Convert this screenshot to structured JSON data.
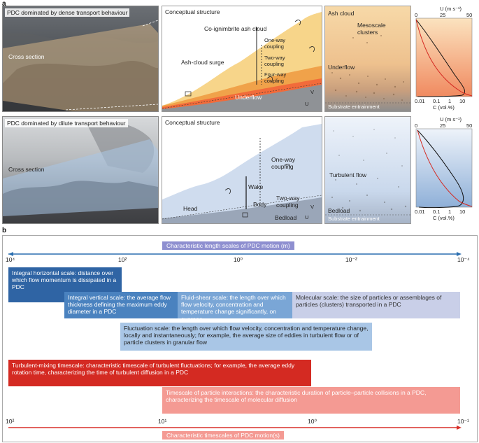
{
  "panel_a": {
    "letter": "a",
    "row1": {
      "photo_title": "PDC dominated by dense transport behaviour",
      "cross_section": "Cross section",
      "concept_title": "Conceptual structure",
      "labels": {
        "coignimbrite": "Co-ignimbrite ash cloud",
        "one_way_1": "One-way",
        "one_way_2": "coupling",
        "two_way_1": "Two-way",
        "two_way_2": "coupling",
        "four_way_1": "Four-way",
        "four_way_2": "coupling",
        "ash_surge": "Ash-cloud surge",
        "underflow": "Underflow",
        "v": "V",
        "u": "U"
      },
      "zoom": {
        "ash_cloud": "Ash cloud",
        "mesoscale_1": "Mesoscale",
        "mesoscale_2": "clusters",
        "underflow": "Underflow",
        "substrate": "Substrate entrainment"
      },
      "profile": {
        "u_label": "U (m s⁻¹)",
        "u_ticks": [
          "0",
          "25",
          "50"
        ],
        "c_label": "C (vol.%)",
        "c_ticks": [
          "0.01",
          "0.1",
          "1",
          "10"
        ]
      }
    },
    "row2": {
      "photo_title": "PDC dominated by dilute transport behaviour",
      "cross_section": "Cross section",
      "concept_title": "Conceptual structure",
      "labels": {
        "one_way_1": "One-way",
        "one_way_2": "coupling",
        "wake": "Wake",
        "body": "Body",
        "head": "Head",
        "two_way_1": "Two-way",
        "two_way_2": "coupling",
        "bedload": "Bedload",
        "v": "V",
        "u": "U"
      },
      "zoom": {
        "turbulent": "Turbulent flow",
        "bedload": "Bedload",
        "substrate": "Substrate entrainment"
      },
      "profile": {
        "u_label": "U (m s⁻¹)",
        "u_ticks": [
          "0",
          "25",
          "50"
        ],
        "c_label": "C (vol.%)",
        "c_ticks": [
          "0.01",
          "0.1",
          "1",
          "10"
        ]
      }
    }
  },
  "panel_b": {
    "letter": "b",
    "length_title": "Characteristic length scales of PDC motion (m)",
    "length_ticks": [
      "10⁴",
      "10²",
      "10⁰",
      "10⁻²",
      "10⁻⁴"
    ],
    "boxes": {
      "integral_horizontal": "Integral horizontal scale: distance over which flow momentum is dissipated in a PDC",
      "integral_vertical": "Integral vertical scale: the average flow thickness defining the maximum eddy diameter in a PDC",
      "fluid_shear": "Fluid-shear scale: the length over which flow velocity, concentration and temperature change significantly, on average",
      "molecular": "Molecular scale: the size of particles or assemblages of particles (clusters) transported in a PDC",
      "fluctuation": "Fluctuation scale: the length over which flow velocity, concentration and temperature change, locally and instantaneously; for example, the average size of eddies in turbulent flow or of particle clusters in granular flow",
      "turbulent_mixing": "Turbulent-mixing timescale: characteristic timescale of turbulent fluctuations; for example, the average eddy rotation time, characterizing the time of turbulent diffusion in a PDC",
      "particle_interactions": "Timescale of particle interactions: the characteristic duration of particle–particle collisions in a PDC, characterizing the timescale of molecular diffusion"
    },
    "time_ticks": [
      "10²",
      "10¹",
      "10⁰",
      "10⁻¹"
    ],
    "time_title": "Characteristic timescales of PDC motion(s)"
  },
  "colors": {
    "length_axis": "#2b6fb0",
    "time_axis": "#d9302a",
    "dark_blue": "#2f64a4",
    "mid_blue": "#4a82bf",
    "light_blue": "#a9c6e6",
    "lavender": "#c9cfe8",
    "red": "#d42a22",
    "pink": "#f49a93",
    "orange_flow": "#f0a24a",
    "yellow_flow": "#f7d58a",
    "dilute_flow": "#cfdcee"
  }
}
